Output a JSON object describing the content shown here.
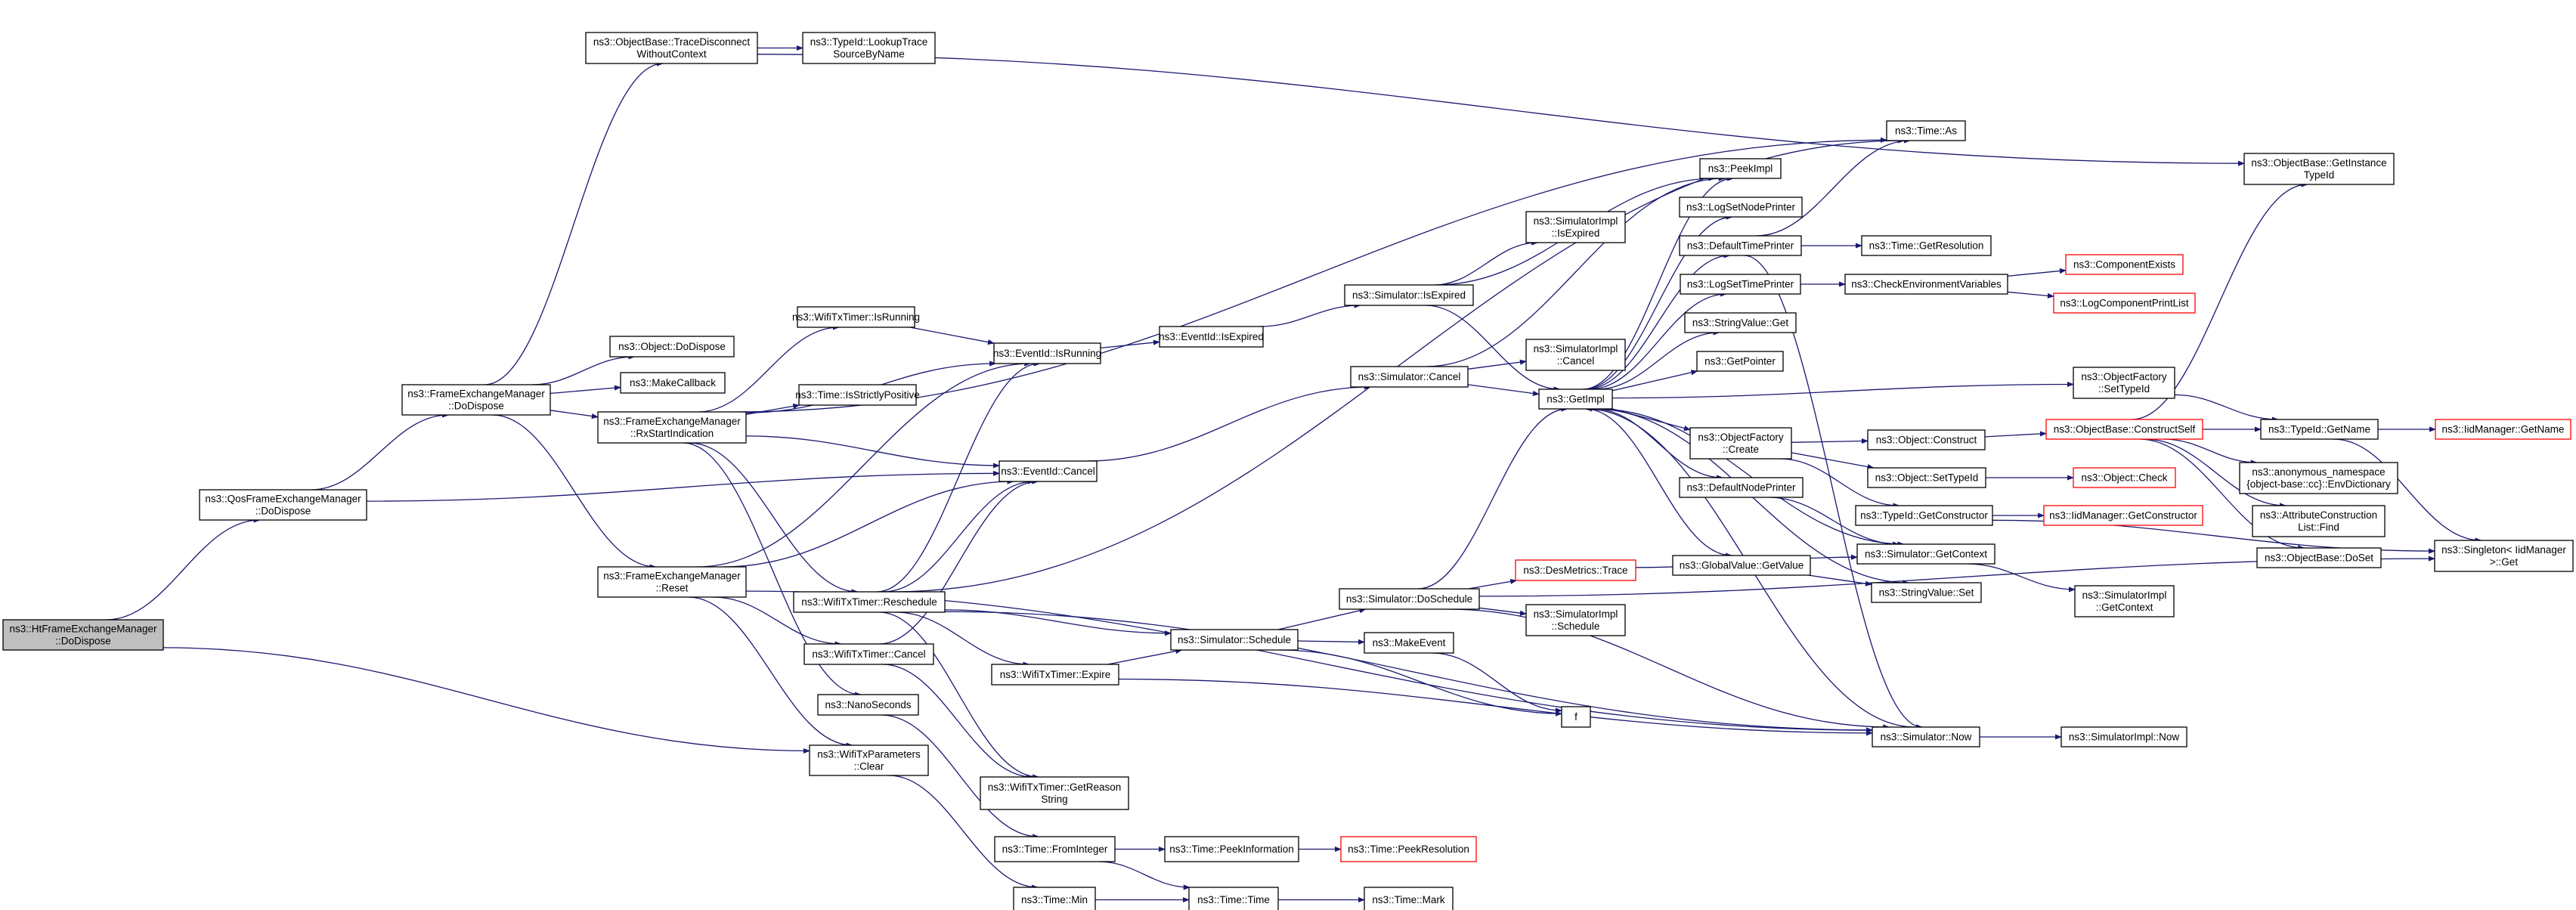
{
  "diagram": {
    "type": "call-graph",
    "root": "ht_dodispose",
    "colors": {
      "edge": "#191970",
      "node_border": "#000000",
      "undocumented_border": "#ff0000",
      "root_fill": "#bfbfbf"
    },
    "nodes": [
      {
        "id": "ht_dodispose",
        "lines": [
          "ns3::HtFrameExchangeManager",
          "::DoDispose"
        ],
        "style": "root"
      },
      {
        "id": "qos_dodispose",
        "lines": [
          "ns3::QosFrameExchangeManager",
          "::DoDispose"
        ],
        "style": "normal"
      },
      {
        "id": "fem_dodispose",
        "lines": [
          "ns3::FrameExchangeManager",
          "::DoDispose"
        ],
        "style": "normal"
      },
      {
        "id": "trace_disconnect",
        "lines": [
          "ns3::ObjectBase::TraceDisconnect",
          "WithoutContext"
        ],
        "style": "normal"
      },
      {
        "id": "lookup_trace",
        "lines": [
          "ns3::TypeId::LookupTrace",
          "SourceByName"
        ],
        "style": "normal"
      },
      {
        "id": "object_dodispose",
        "lines": [
          "ns3::Object::DoDispose"
        ],
        "style": "normal"
      },
      {
        "id": "make_callback",
        "lines": [
          "ns3::MakeCallback"
        ],
        "style": "normal"
      },
      {
        "id": "rx_start",
        "lines": [
          "ns3::FrameExchangeManager",
          "::RxStartIndication"
        ],
        "style": "normal"
      },
      {
        "id": "fem_reset",
        "lines": [
          "ns3::FrameExchangeManager",
          "::Reset"
        ],
        "style": "normal"
      },
      {
        "id": "wtt_isrunning",
        "lines": [
          "ns3::WifiTxTimer::IsRunning"
        ],
        "style": "normal"
      },
      {
        "id": "time_strictly_pos",
        "lines": [
          "ns3::Time::IsStrictlyPositive"
        ],
        "style": "normal"
      },
      {
        "id": "wtt_reschedule",
        "lines": [
          "ns3::WifiTxTimer::Reschedule"
        ],
        "style": "normal"
      },
      {
        "id": "wtt_cancel",
        "lines": [
          "ns3::WifiTxTimer::Cancel"
        ],
        "style": "normal"
      },
      {
        "id": "nanoseconds",
        "lines": [
          "ns3::NanoSeconds"
        ],
        "style": "normal"
      },
      {
        "id": "wtp_clear",
        "lines": [
          "ns3::WifiTxParameters",
          "::Clear"
        ],
        "style": "normal"
      },
      {
        "id": "eventid_isrunning",
        "lines": [
          "ns3::EventId::IsRunning"
        ],
        "style": "normal"
      },
      {
        "id": "eventid_cancel",
        "lines": [
          "ns3::EventId::Cancel"
        ],
        "style": "normal"
      },
      {
        "id": "eventid_isexpired",
        "lines": [
          "ns3::EventId::IsExpired"
        ],
        "style": "normal"
      },
      {
        "id": "wtt_expire",
        "lines": [
          "ns3::WifiTxTimer::Expire"
        ],
        "style": "normal"
      },
      {
        "id": "wtt_reason",
        "lines": [
          "ns3::WifiTxTimer::GetReason",
          "String"
        ],
        "style": "normal"
      },
      {
        "id": "time_frominteger",
        "lines": [
          "ns3::Time::FromInteger"
        ],
        "style": "normal"
      },
      {
        "id": "time_min",
        "lines": [
          "ns3::Time::Min"
        ],
        "style": "normal"
      },
      {
        "id": "time_peekinfo",
        "lines": [
          "ns3::Time::PeekInformation"
        ],
        "style": "normal"
      },
      {
        "id": "time_peekres",
        "lines": [
          "ns3::Time::PeekResolution"
        ],
        "style": "red"
      },
      {
        "id": "time_time",
        "lines": [
          "ns3::Time::Time"
        ],
        "style": "normal"
      },
      {
        "id": "time_mark",
        "lines": [
          "ns3::Time::Mark"
        ],
        "style": "normal"
      },
      {
        "id": "sim_isexpired",
        "lines": [
          "ns3::Simulator::IsExpired"
        ],
        "style": "normal"
      },
      {
        "id": "simimpl_isexpired",
        "lines": [
          "ns3::SimulatorImpl",
          "::IsExpired"
        ],
        "style": "normal"
      },
      {
        "id": "sim_cancel",
        "lines": [
          "ns3::Simulator::Cancel"
        ],
        "style": "normal"
      },
      {
        "id": "simimpl_cancel",
        "lines": [
          "ns3::SimulatorImpl",
          "::Cancel"
        ],
        "style": "normal"
      },
      {
        "id": "sim_schedule",
        "lines": [
          "ns3::Simulator::Schedule"
        ],
        "style": "normal"
      },
      {
        "id": "sim_doschedule",
        "lines": [
          "ns3::Simulator::DoSchedule"
        ],
        "style": "normal"
      },
      {
        "id": "make_event",
        "lines": [
          "ns3::MakeEvent"
        ],
        "style": "normal"
      },
      {
        "id": "f",
        "lines": [
          "f"
        ],
        "style": "normal"
      },
      {
        "id": "desmetrics_trace",
        "lines": [
          "ns3::DesMetrics::Trace"
        ],
        "style": "red"
      },
      {
        "id": "simimpl_schedule",
        "lines": [
          "ns3::SimulatorImpl",
          "::Schedule"
        ],
        "style": "normal"
      },
      {
        "id": "sim_now",
        "lines": [
          "ns3::Simulator::Now"
        ],
        "style": "normal"
      },
      {
        "id": "simimpl_now",
        "lines": [
          "ns3::SimulatorImpl::Now"
        ],
        "style": "normal"
      },
      {
        "id": "getimpl",
        "lines": [
          "ns3::GetImpl"
        ],
        "style": "normal"
      },
      {
        "id": "time_as",
        "lines": [
          "ns3::Time::As"
        ],
        "style": "normal"
      },
      {
        "id": "peekimpl",
        "lines": [
          "ns3::PeekImpl"
        ],
        "style": "normal"
      },
      {
        "id": "logsetnodeprinter",
        "lines": [
          "ns3::LogSetNodePrinter"
        ],
        "style": "normal"
      },
      {
        "id": "defaulttimeprinter",
        "lines": [
          "ns3::DefaultTimePrinter"
        ],
        "style": "normal"
      },
      {
        "id": "time_getresolution",
        "lines": [
          "ns3::Time::GetResolution"
        ],
        "style": "normal"
      },
      {
        "id": "logsettimeprinter",
        "lines": [
          "ns3::LogSetTimePrinter"
        ],
        "style": "normal"
      },
      {
        "id": "checkenv",
        "lines": [
          "ns3::CheckEnvironmentVariables"
        ],
        "style": "normal"
      },
      {
        "id": "componentexists",
        "lines": [
          "ns3::ComponentExists"
        ],
        "style": "red"
      },
      {
        "id": "logcomponentprintlist",
        "lines": [
          "ns3::LogComponentPrintList"
        ],
        "style": "red"
      },
      {
        "id": "stringvalue_get",
        "lines": [
          "ns3::StringValue::Get"
        ],
        "style": "normal"
      },
      {
        "id": "getpointer",
        "lines": [
          "ns3::GetPointer"
        ],
        "style": "normal"
      },
      {
        "id": "objfactory_create",
        "lines": [
          "ns3::ObjectFactory",
          "::Create"
        ],
        "style": "normal"
      },
      {
        "id": "defaultnodeprinter",
        "lines": [
          "ns3::DefaultNodePrinter"
        ],
        "style": "normal"
      },
      {
        "id": "globalvalue_getvalue",
        "lines": [
          "ns3::GlobalValue::GetValue"
        ],
        "style": "normal"
      },
      {
        "id": "objfactory_settypeid",
        "lines": [
          "ns3::ObjectFactory",
          "::SetTypeId"
        ],
        "style": "normal"
      },
      {
        "id": "object_construct",
        "lines": [
          "ns3::Object::Construct"
        ],
        "style": "normal"
      },
      {
        "id": "object_settypeid",
        "lines": [
          "ns3::Object::SetTypeId"
        ],
        "style": "normal"
      },
      {
        "id": "typeid_getconstructor",
        "lines": [
          "ns3::TypeId::GetConstructor"
        ],
        "style": "normal"
      },
      {
        "id": "sim_getcontext",
        "lines": [
          "ns3::Simulator::GetContext"
        ],
        "style": "normal"
      },
      {
        "id": "stringvalue_set",
        "lines": [
          "ns3::StringValue::Set"
        ],
        "style": "normal"
      },
      {
        "id": "simimpl_getcontext",
        "lines": [
          "ns3::SimulatorImpl",
          "::GetContext"
        ],
        "style": "normal"
      },
      {
        "id": "objbase_constructself",
        "lines": [
          "ns3::ObjectBase::ConstructSelf"
        ],
        "style": "red"
      },
      {
        "id": "object_check",
        "lines": [
          "ns3::Object::Check"
        ],
        "style": "red"
      },
      {
        "id": "iidmanager_getconstructor",
        "lines": [
          "ns3::IidManager::GetConstructor"
        ],
        "style": "red"
      },
      {
        "id": "objbase_getinstancetypeid",
        "lines": [
          "ns3::ObjectBase::GetInstance",
          "TypeId"
        ],
        "style": "normal"
      },
      {
        "id": "typeid_getname",
        "lines": [
          "ns3::TypeId::GetName"
        ],
        "style": "normal"
      },
      {
        "id": "iidmanager_getname",
        "lines": [
          "ns3::IidManager::GetName"
        ],
        "style": "red"
      },
      {
        "id": "envdictionary",
        "lines": [
          "ns3::anonymous_namespace",
          "{object-base::cc}::EnvDictionary"
        ],
        "style": "normal"
      },
      {
        "id": "attrconstrlist_find",
        "lines": [
          "ns3::AttributeConstruction",
          "List::Find"
        ],
        "style": "normal"
      },
      {
        "id": "objbase_doset",
        "lines": [
          "ns3::ObjectBase::DoSet"
        ],
        "style": "normal"
      },
      {
        "id": "singleton_get",
        "lines": [
          "ns3::Singleton< IidManager",
          ">::Get"
        ],
        "style": "normal"
      }
    ],
    "edges": [
      [
        "ht_dodispose",
        "qos_dodispose"
      ],
      [
        "ht_dodispose",
        "wtp_clear"
      ],
      [
        "qos_dodispose",
        "fem_dodispose"
      ],
      [
        "qos_dodispose",
        "eventid_cancel"
      ],
      [
        "fem_dodispose",
        "trace_disconnect"
      ],
      [
        "fem_dodispose",
        "object_dodispose"
      ],
      [
        "fem_dodispose",
        "make_callback"
      ],
      [
        "fem_dodispose",
        "rx_start"
      ],
      [
        "fem_dodispose",
        "fem_reset"
      ],
      [
        "trace_disconnect",
        "lookup_trace"
      ],
      [
        "trace_disconnect",
        "objbase_getinstancetypeid"
      ],
      [
        "rx_start",
        "wtt_isrunning"
      ],
      [
        "rx_start",
        "eventid_isrunning"
      ],
      [
        "rx_start",
        "time_strictly_pos"
      ],
      [
        "rx_start",
        "eventid_cancel"
      ],
      [
        "rx_start",
        "wtt_reschedule"
      ],
      [
        "rx_start",
        "nanoseconds"
      ],
      [
        "rx_start",
        "time_as"
      ],
      [
        "fem_reset",
        "eventid_isrunning"
      ],
      [
        "fem_reset",
        "eventid_cancel"
      ],
      [
        "fem_reset",
        "wtt_cancel"
      ],
      [
        "fem_reset",
        "wtp_clear"
      ],
      [
        "fem_reset",
        "sim_now"
      ],
      [
        "wtt_isrunning",
        "eventid_isrunning"
      ],
      [
        "wtt_reschedule",
        "eventid_isrunning"
      ],
      [
        "wtt_reschedule",
        "eventid_cancel"
      ],
      [
        "wtt_reschedule",
        "time_as"
      ],
      [
        "wtt_reschedule",
        "wtt_expire"
      ],
      [
        "wtt_reschedule",
        "sim_schedule"
      ],
      [
        "wtt_reschedule",
        "wtt_reason"
      ],
      [
        "wtt_reschedule",
        "sim_now"
      ],
      [
        "wtt_cancel",
        "eventid_cancel"
      ],
      [
        "wtt_cancel",
        "wtt_reason"
      ],
      [
        "nanoseconds",
        "time_frominteger"
      ],
      [
        "wtp_clear",
        "time_min"
      ],
      [
        "eventid_isrunning",
        "eventid_isexpired"
      ],
      [
        "eventid_isexpired",
        "sim_isexpired"
      ],
      [
        "eventid_cancel",
        "sim_cancel"
      ],
      [
        "wtt_expire",
        "sim_schedule"
      ],
      [
        "wtt_expire",
        "sim_now"
      ],
      [
        "time_frominteger",
        "time_peekinfo"
      ],
      [
        "time_frominteger",
        "time_time"
      ],
      [
        "time_min",
        "time_time"
      ],
      [
        "time_peekinfo",
        "time_peekres"
      ],
      [
        "time_time",
        "time_mark"
      ],
      [
        "sim_isexpired",
        "simimpl_isexpired"
      ],
      [
        "sim_isexpired",
        "peekimpl"
      ],
      [
        "sim_isexpired",
        "getimpl"
      ],
      [
        "sim_cancel",
        "peekimpl"
      ],
      [
        "sim_cancel",
        "simimpl_cancel"
      ],
      [
        "sim_cancel",
        "getimpl"
      ],
      [
        "sim_schedule",
        "sim_doschedule"
      ],
      [
        "sim_schedule",
        "make_event"
      ],
      [
        "sim_schedule",
        "f"
      ],
      [
        "sim_doschedule",
        "getimpl"
      ],
      [
        "sim_doschedule",
        "desmetrics_trace"
      ],
      [
        "sim_doschedule",
        "simimpl_schedule"
      ],
      [
        "sim_doschedule",
        "sim_now"
      ],
      [
        "sim_doschedule",
        "singleton_get"
      ],
      [
        "make_event",
        "f"
      ],
      [
        "desmetrics_trace",
        "sim_getcontext"
      ],
      [
        "sim_now",
        "getimpl"
      ],
      [
        "sim_now",
        "simimpl_now"
      ],
      [
        "getimpl",
        "peekimpl"
      ],
      [
        "getimpl",
        "logsetnodeprinter"
      ],
      [
        "getimpl",
        "defaulttimeprinter"
      ],
      [
        "getimpl",
        "logsettimeprinter"
      ],
      [
        "getimpl",
        "stringvalue_get"
      ],
      [
        "getimpl",
        "getpointer"
      ],
      [
        "getimpl",
        "objfactory_settypeid"
      ],
      [
        "getimpl",
        "objfactory_create"
      ],
      [
        "getimpl",
        "defaultnodeprinter"
      ],
      [
        "getimpl",
        "globalvalue_getvalue"
      ],
      [
        "getimpl",
        "sim_getcontext"
      ],
      [
        "getimpl",
        "stringvalue_set"
      ],
      [
        "defaulttimeprinter",
        "time_as"
      ],
      [
        "defaulttimeprinter",
        "time_getresolution"
      ],
      [
        "defaulttimeprinter",
        "sim_now"
      ],
      [
        "logsettimeprinter",
        "checkenv"
      ],
      [
        "checkenv",
        "componentexists"
      ],
      [
        "checkenv",
        "logcomponentprintlist"
      ],
      [
        "objfactory_settypeid",
        "typeid_getname"
      ],
      [
        "objfactory_create",
        "object_construct"
      ],
      [
        "objfactory_create",
        "object_settypeid"
      ],
      [
        "objfactory_create",
        "typeid_getconstructor"
      ],
      [
        "defaultnodeprinter",
        "sim_getcontext"
      ],
      [
        "globalvalue_getvalue",
        "stringvalue_set"
      ],
      [
        "object_construct",
        "objbase_constructself"
      ],
      [
        "object_settypeid",
        "object_check"
      ],
      [
        "typeid_getconstructor",
        "iidmanager_getconstructor"
      ],
      [
        "typeid_getconstructor",
        "singleton_get"
      ],
      [
        "sim_getcontext",
        "simimpl_getcontext"
      ],
      [
        "objbase_constructself",
        "objbase_getinstancetypeid"
      ],
      [
        "objbase_constructself",
        "typeid_getname"
      ],
      [
        "objbase_constructself",
        "envdictionary"
      ],
      [
        "objbase_constructself",
        "attrconstrlist_find"
      ],
      [
        "objbase_constructself",
        "objbase_doset"
      ],
      [
        "typeid_getname",
        "iidmanager_getname"
      ],
      [
        "typeid_getname",
        "singleton_get"
      ]
    ]
  }
}
